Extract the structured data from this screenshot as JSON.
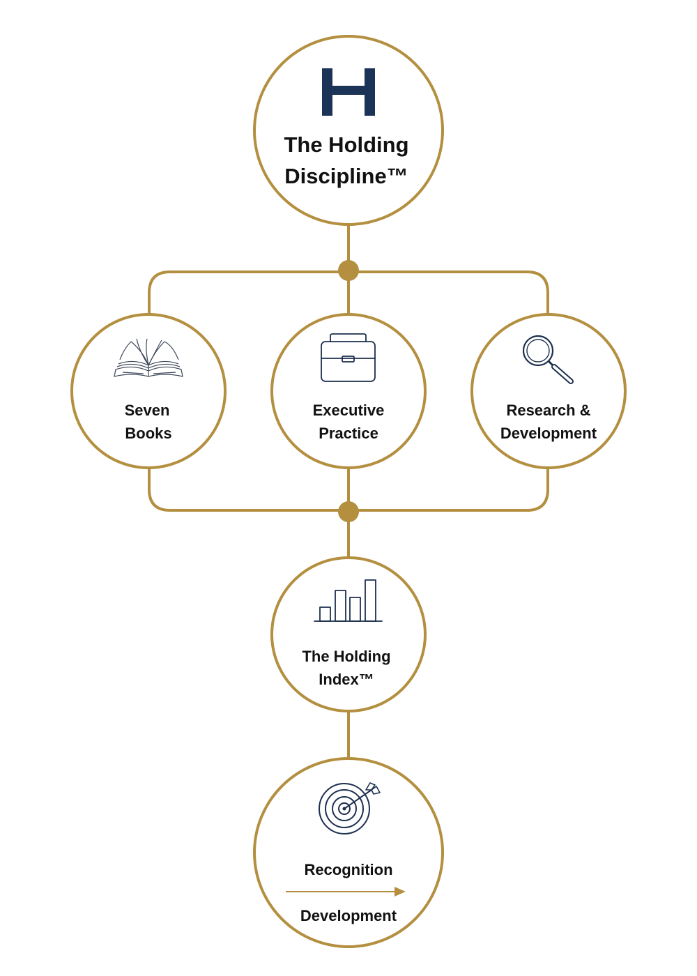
{
  "colors": {
    "gold": "#b38f3f",
    "navy": "#1b3356",
    "icon": "#1c2f4e",
    "text": "#111111",
    "background": "#ffffff"
  },
  "top": {
    "icon": "h-logo",
    "line1": "The Holding",
    "line2": "Discipline™"
  },
  "pillars": [
    {
      "icon": "open-book-icon",
      "line1": "Seven",
      "line2": "Books"
    },
    {
      "icon": "briefcase-icon",
      "line1": "Executive",
      "line2": "Practice"
    },
    {
      "icon": "magnifier-icon",
      "line1": "Research &",
      "line2": "Development"
    }
  ],
  "index": {
    "icon": "bar-chart-icon",
    "line1": "The Holding",
    "line2": "Index™"
  },
  "outcome": {
    "icon": "target-arrow-icon",
    "from": "Recognition",
    "to": "Development",
    "connector_icon": "arrow-right-icon"
  }
}
